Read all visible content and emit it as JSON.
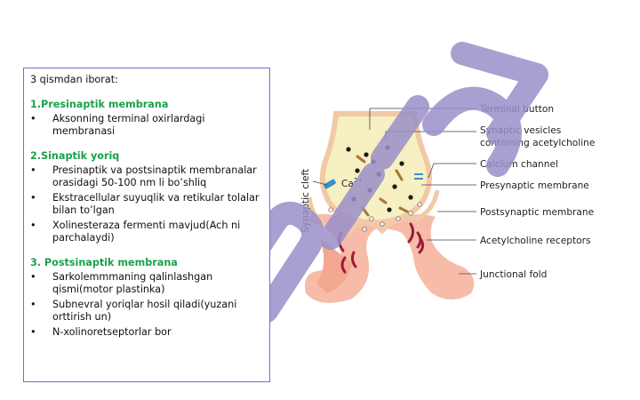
{
  "textbox": {
    "intro": "3 qismdan iborat:",
    "sections": [
      {
        "title": "1.Presinaptik membrana",
        "items": [
          "Aksonning terminal oxirlardagi membranasi"
        ]
      },
      {
        "title": "2.Sinaptik yoriq",
        "items": [
          "Presinaptik va postsinaptik membranalar orasidagi 50-100 nm li bo’shliq",
          "Ekstracellular suyuqlik va retikular tolalar bilan to’lgan",
          "Xolinesteraza fermenti mavjud(Ach ni parchalaydi)"
        ]
      },
      {
        "title": "3. Postsinaptik membrana",
        "items": [
          "Sarkolemmmaning qalinlashgan qismi(motor plastinka)",
          "Subnevral yoriqlar hosil qiladi(yuzani orttirish un)",
          "N-xolinoretseptorlar bor"
        ]
      }
    ]
  },
  "diagram": {
    "labels": {
      "terminal_button": "Terminal button",
      "synaptic_vesicles_1": "Synaptic vesicles",
      "synaptic_vesicles_2": "containing acetylcholine",
      "calcium_channel": "Calcium channel",
      "presynaptic_membrane": "Presynaptic membrane",
      "postsynaptic_membrane": "Postsynaptic membrane",
      "acetylcholine_receptors": "Acetylcholine receptors",
      "junctional_fold": "Junctional fold",
      "synaptic_cleft": "Synaptic cleft",
      "ion": "Ca",
      "ion_charge": "2+"
    },
    "colors": {
      "terminal_fill": "#f6f0c2",
      "terminal_outline": "#f2c9a6",
      "muscle_fill": "#f6b8a3",
      "receptor": "#9e1b3a",
      "vesicle": "#1a1a1a",
      "channel": "#3a8fcf",
      "watermark": "#9b8fc9",
      "box_border": "#7c6bc4",
      "section_title": "#1aa14a"
    }
  }
}
